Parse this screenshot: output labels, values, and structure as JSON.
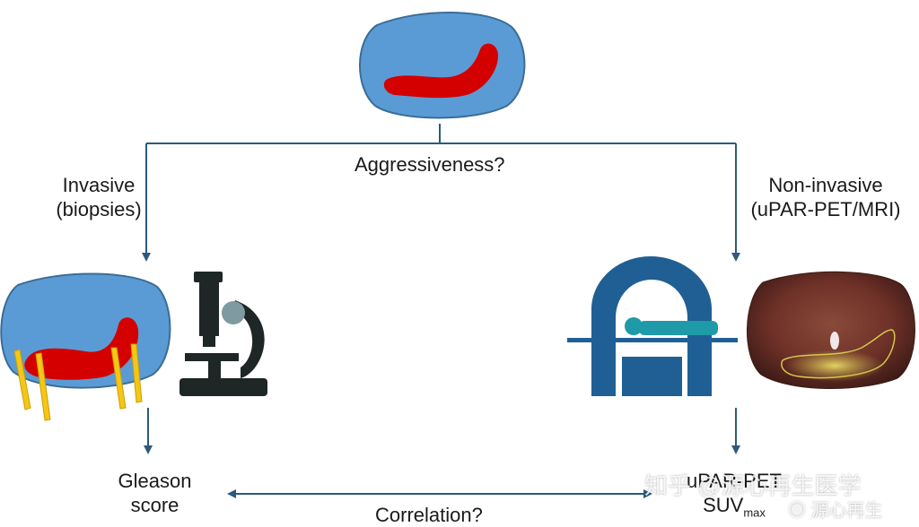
{
  "labels": {
    "question": "Aggressiveness?",
    "invasive_line1": "Invasive",
    "invasive_line2": "(biopsies)",
    "noninvasive_line1": "Non-invasive",
    "noninvasive_line2": "(uPAR-PET/MRI)",
    "gleason_line1": "Gleason",
    "gleason_line2": "score",
    "upar_line1": "uPAR-PET",
    "suv_main": "SUV",
    "suv_sub": "max",
    "correlation": "Correlation?"
  },
  "watermarks": {
    "zhihu": "知乎 @源心再生医学",
    "weibo": "源心再生"
  },
  "colors": {
    "prostate": "#5b9bd5",
    "tumor": "#d40000",
    "arrow": "#2b5a7e",
    "scanner": "#1f5f94",
    "patient": "#1f9aa8",
    "microscope": "#1e2626",
    "microscope_lens": "#7f9aa0",
    "needle": "#f5c518"
  }
}
